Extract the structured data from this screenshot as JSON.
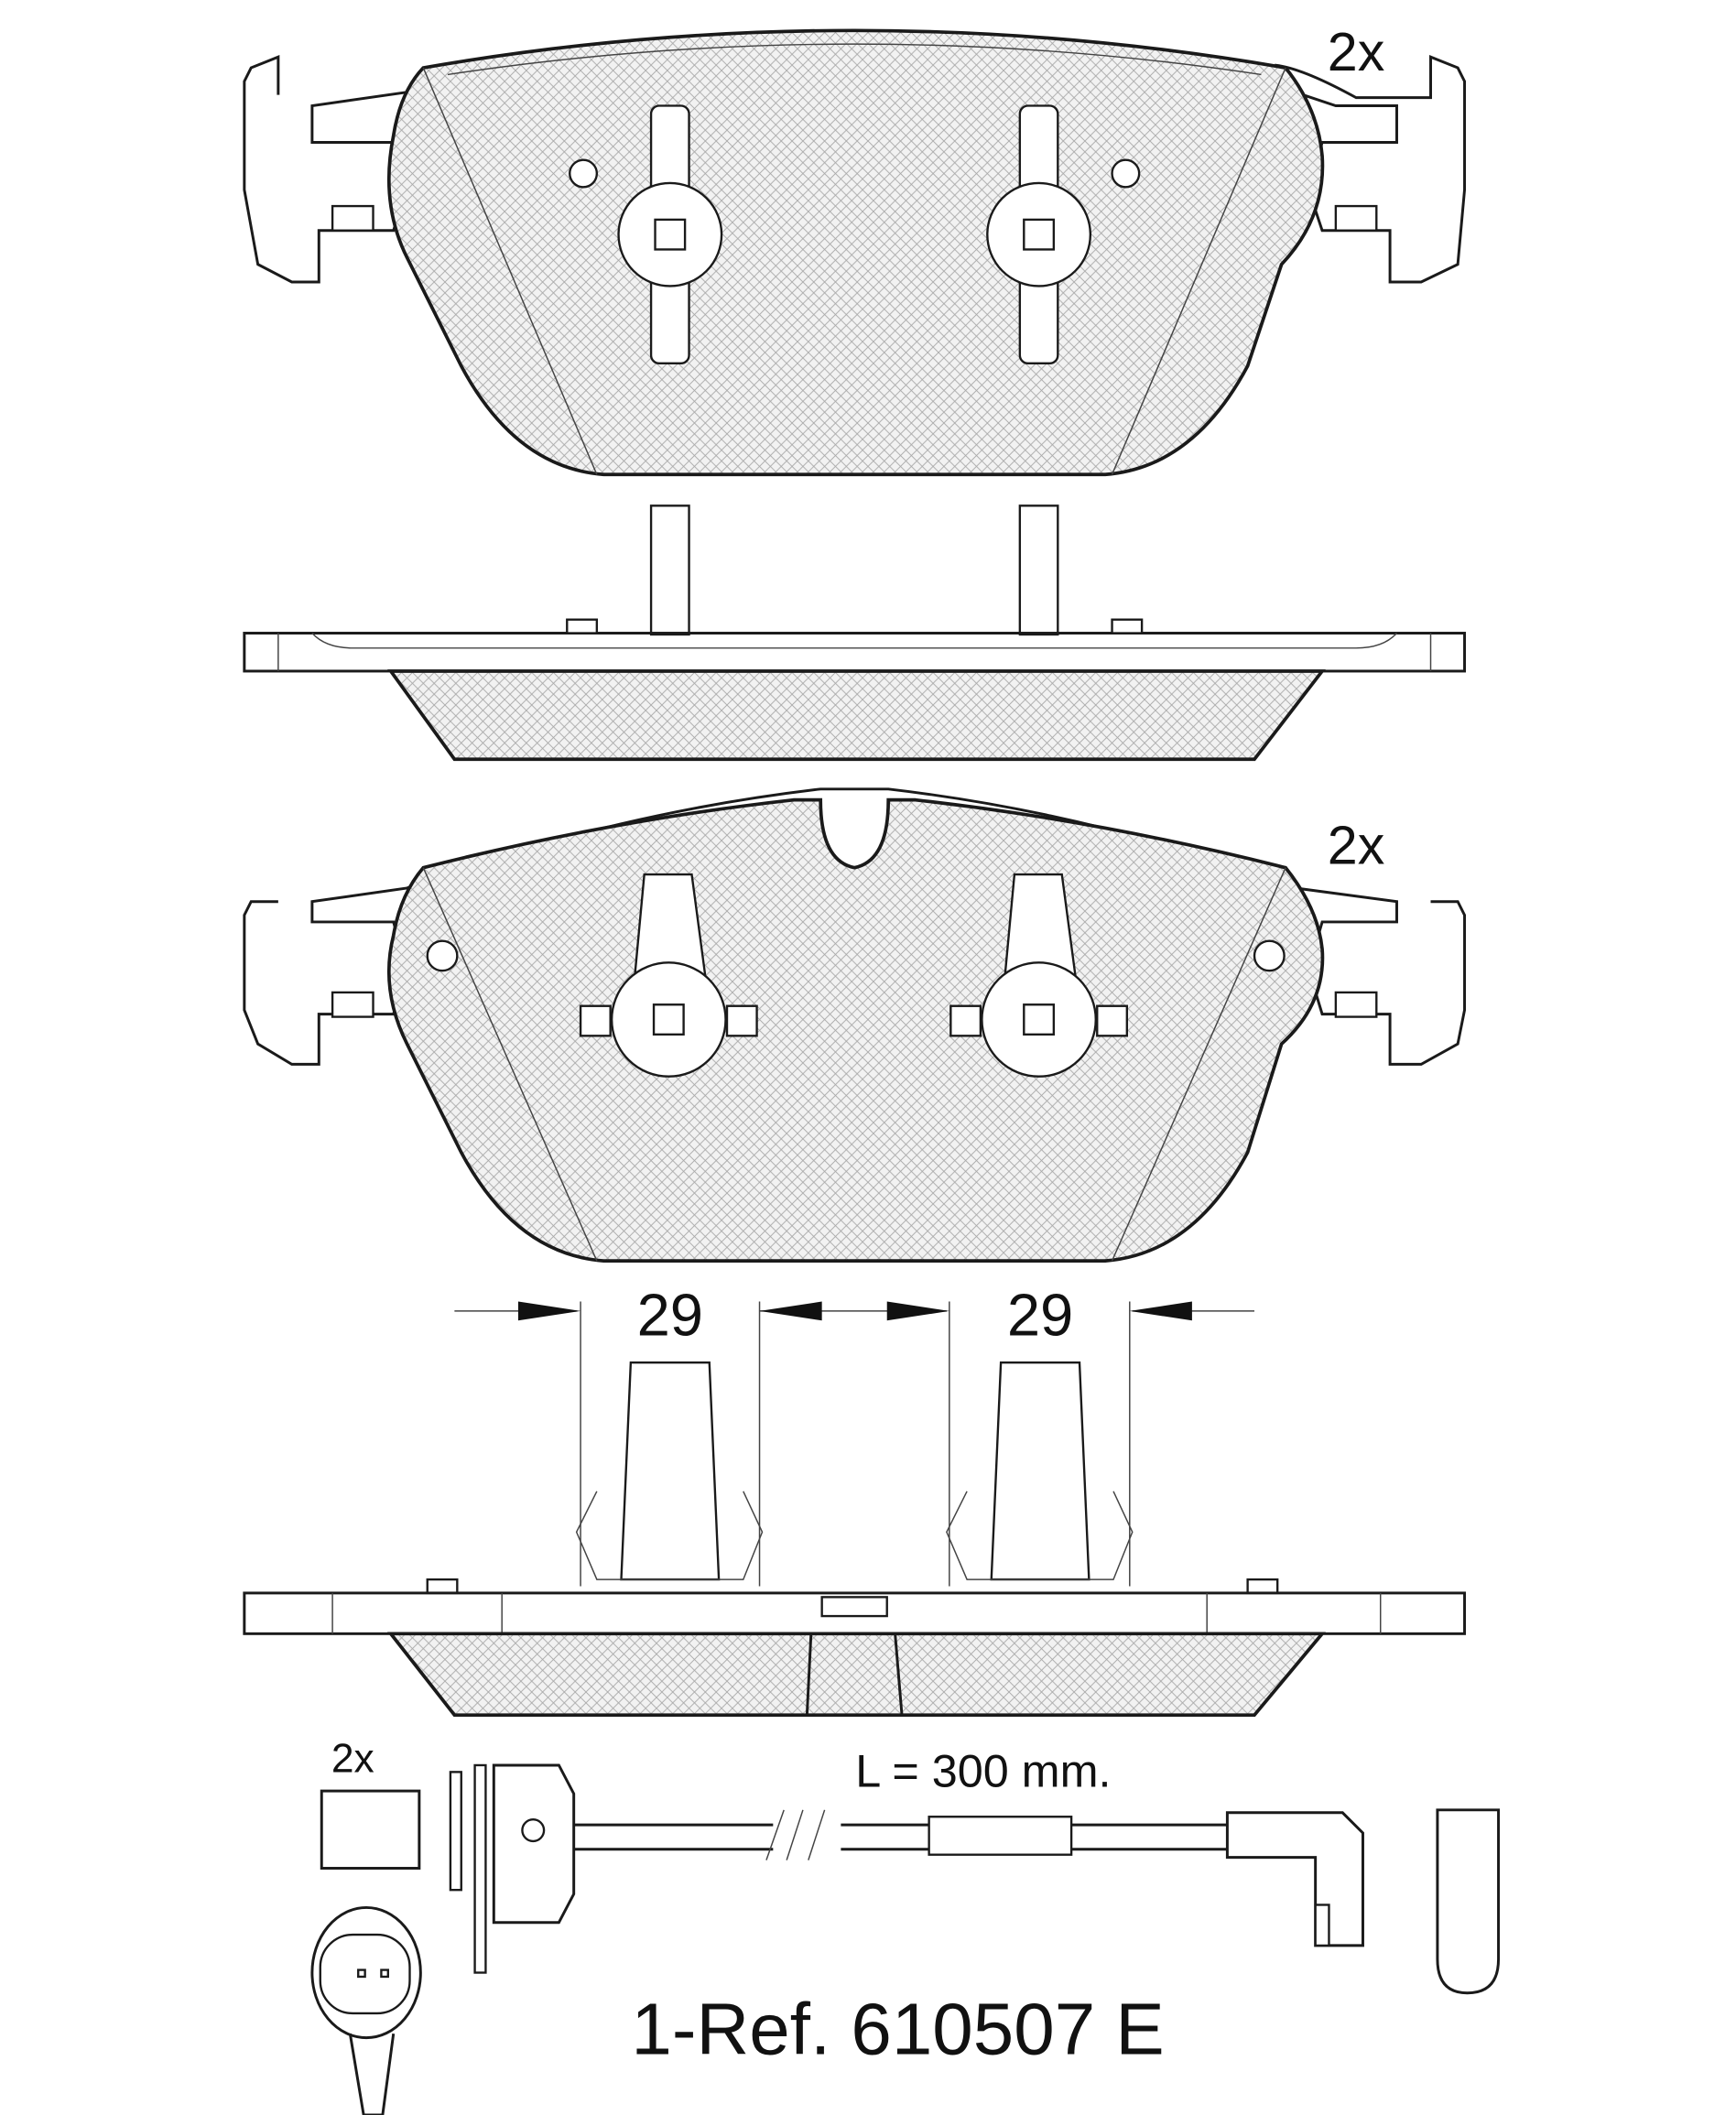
{
  "labels": {
    "qty_top": "2x",
    "qty_bottom": "2x",
    "dim_left": "29",
    "dim_right": "29",
    "sensor_qty": "2x",
    "sensor_length": "L = 300 mm.",
    "reference": "1-Ref. 610507 E"
  },
  "colors": {
    "line": "#1a1a1a",
    "hatch": "#9a9a9a",
    "background": "#ffffff"
  }
}
